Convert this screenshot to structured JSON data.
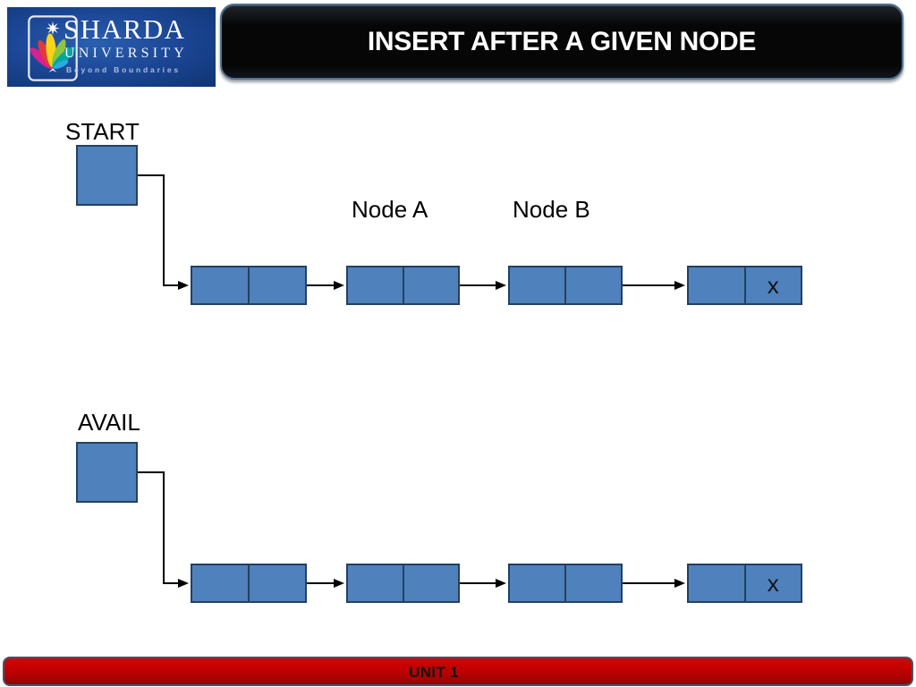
{
  "slide": {
    "title": "INSERT AFTER A GIVEN NODE",
    "footer": "UNIT 1"
  },
  "logo": {
    "name": "SHARDA",
    "subtitle": "UNIVERSITY",
    "tagline": "Beyond Boundaries"
  },
  "diagram": {
    "lists": [
      {
        "pointer_label": "START",
        "labels": [
          "Node A",
          "Node B"
        ],
        "nodes": [
          {
            "data": "",
            "next": ""
          },
          {
            "data": "",
            "next": ""
          },
          {
            "data": "",
            "next": ""
          },
          {
            "data": "",
            "next": "x"
          }
        ]
      },
      {
        "pointer_label": "AVAIL",
        "labels": [],
        "nodes": [
          {
            "data": "",
            "next": ""
          },
          {
            "data": "",
            "next": ""
          },
          {
            "data": "",
            "next": ""
          },
          {
            "data": "",
            "next": "x"
          }
        ]
      }
    ]
  },
  "colors": {
    "node_fill": "#4F81BD",
    "node_border": "#24405F",
    "connector": "#000000",
    "title_bg": "#060606",
    "title_border": "#52708E",
    "title_text": "#FFFFFF",
    "footer_bg": "#C00000",
    "footer_border": "#44546A",
    "footer_text": "#141414",
    "logo_bg_center": "#2A5FB0",
    "logo_bg_edge": "#0F3473",
    "label_text": "#000000"
  }
}
